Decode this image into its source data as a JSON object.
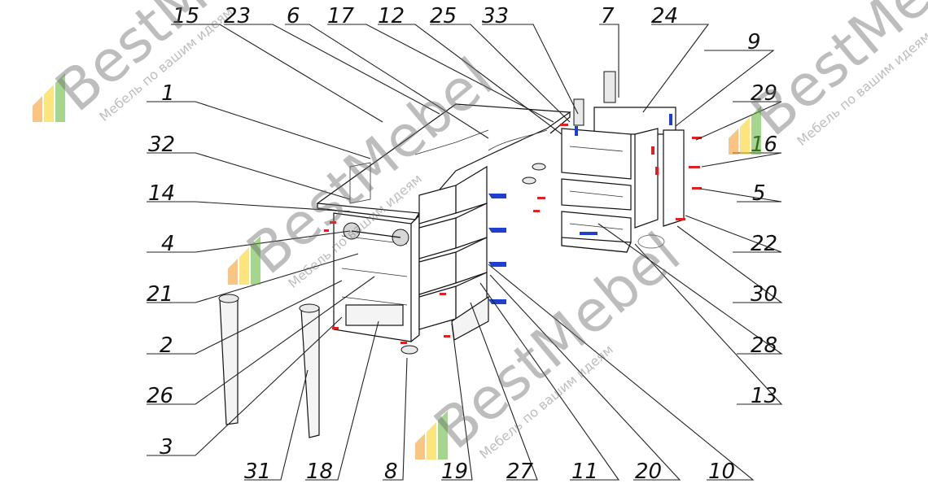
{
  "diagram": {
    "callouts": {
      "n15": "15",
      "n23": "23",
      "n6": "6",
      "n17": "17",
      "n12": "12",
      "n25": "25",
      "n33": "33",
      "n7": "7",
      "n24": "24",
      "n9": "9",
      "n29": "29",
      "n16": "16",
      "n5": "5",
      "n22": "22",
      "n30": "30",
      "n28": "28",
      "n13": "13",
      "n1": "1",
      "n32": "32",
      "n14": "14",
      "n4": "4",
      "n21": "21",
      "n2": "2",
      "n26": "26",
      "n3": "3",
      "n31": "31",
      "n18": "18",
      "n8": "8",
      "n19": "19",
      "n27": "27",
      "n11": "11",
      "n20": "20",
      "n10": "10"
    },
    "watermark": {
      "brand": "BestMebel",
      "tagline": "Мебель по вашим идеям"
    },
    "colors": {
      "line": "#111111",
      "fastener_red": "#e02020",
      "bracket_blue": "#1f3fd1",
      "watermark_grey": "#8a8a8a",
      "logo_orange": "#f7941d",
      "logo_yellow": "#fcd116",
      "logo_green": "#5cb531"
    }
  }
}
